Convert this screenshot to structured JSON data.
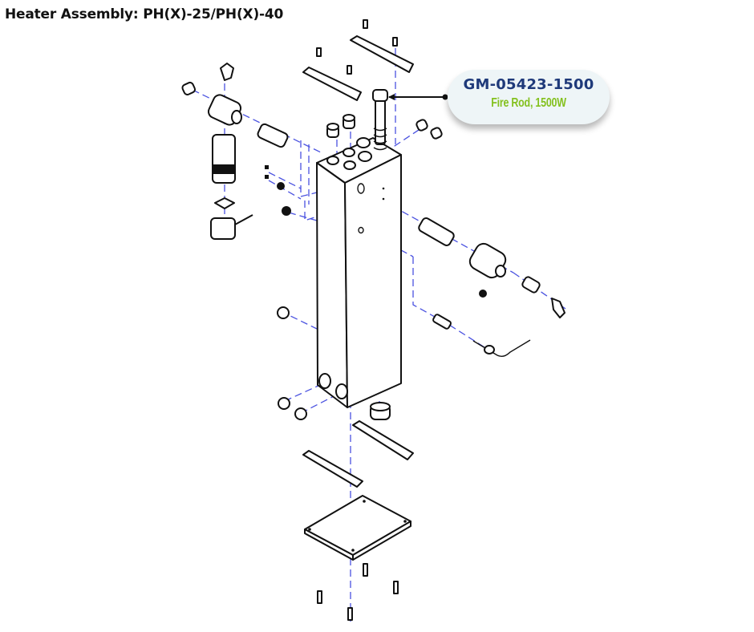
{
  "header": {
    "title": "Heater Assembly: PH(X)-25/PH(X)-40"
  },
  "callout": {
    "part_number": "GM-05423-1500",
    "description": "Fire Rod, 1500W",
    "colors": {
      "part_number": "#1f3a7a",
      "description": "#84c11f",
      "background": "#eef5f7"
    }
  },
  "diagram": {
    "leader_color": "#111111",
    "centerline_color": "#4a52e0"
  }
}
